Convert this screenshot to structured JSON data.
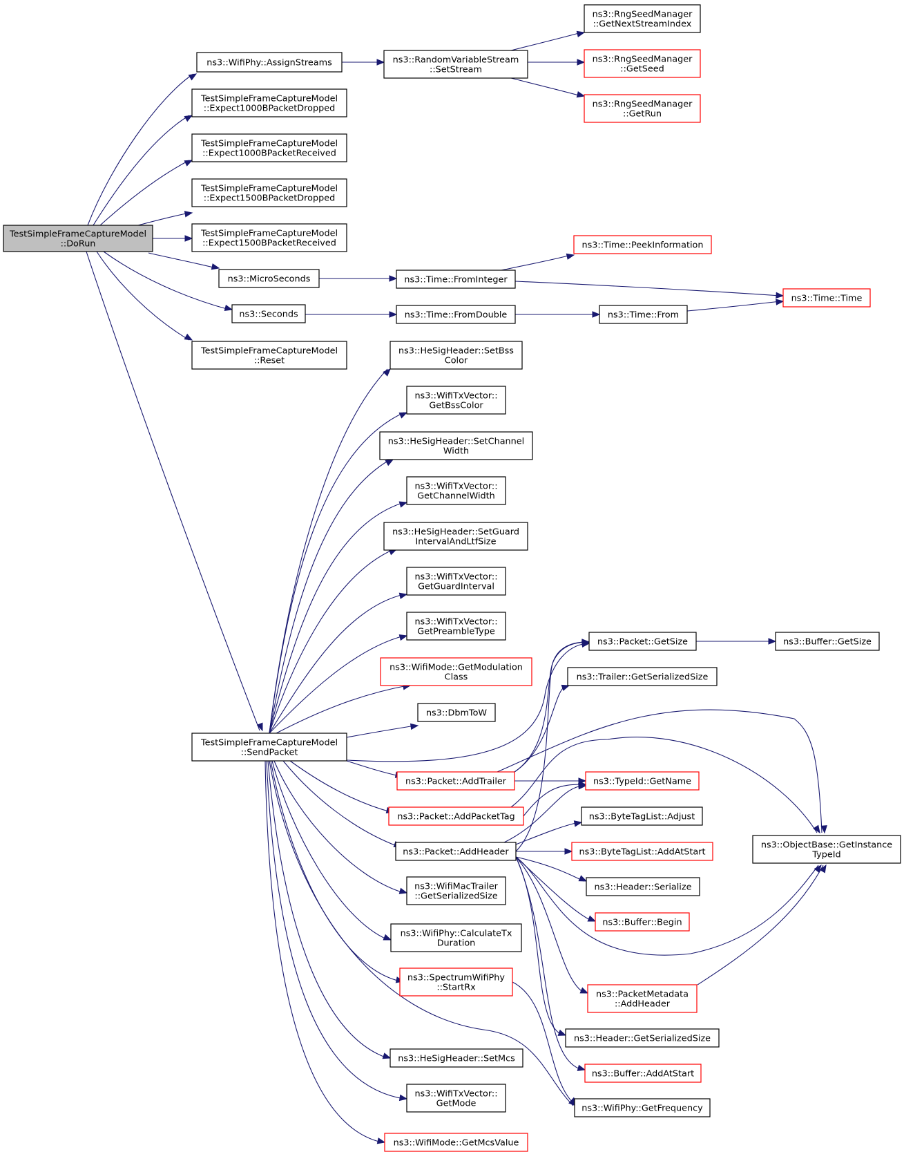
{
  "diagram": {
    "kind": "call-graph",
    "colors": {
      "edge": "#191970",
      "root_fill": "#bfbfbf",
      "partial_border": "#ff0000",
      "border": "#000000"
    },
    "nodes": [
      {
        "id": "dorun",
        "lines": [
          "TestSimpleFrameCaptureModel",
          "::DoRun"
        ],
        "style": "grey"
      },
      {
        "id": "assign",
        "lines": [
          "ns3::WifiPhy::AssignStreams"
        ],
        "style": "black"
      },
      {
        "id": "e1000d",
        "lines": [
          "TestSimpleFrameCaptureModel",
          "::Expect1000BPacketDropped"
        ],
        "style": "black"
      },
      {
        "id": "e1000r",
        "lines": [
          "TestSimpleFrameCaptureModel",
          "::Expect1000BPacketReceived"
        ],
        "style": "black"
      },
      {
        "id": "e1500d",
        "lines": [
          "TestSimpleFrameCaptureModel",
          "::Expect1500BPacketDropped"
        ],
        "style": "black"
      },
      {
        "id": "e1500r",
        "lines": [
          "TestSimpleFrameCaptureModel",
          "::Expect1500BPacketReceived"
        ],
        "style": "black"
      },
      {
        "id": "micro",
        "lines": [
          "ns3::MicroSeconds"
        ],
        "style": "black"
      },
      {
        "id": "seconds",
        "lines": [
          "ns3::Seconds"
        ],
        "style": "black"
      },
      {
        "id": "reset",
        "lines": [
          "TestSimpleFrameCaptureModel",
          "::Reset"
        ],
        "style": "black"
      },
      {
        "id": "send",
        "lines": [
          "TestSimpleFrameCaptureModel",
          "::SendPacket"
        ],
        "style": "black"
      },
      {
        "id": "setstream",
        "lines": [
          "ns3::RandomVariableStream",
          "::SetStream"
        ],
        "style": "black"
      },
      {
        "id": "nextstream",
        "lines": [
          "ns3::RngSeedManager",
          "::GetNextStreamIndex"
        ],
        "style": "black"
      },
      {
        "id": "getseed",
        "lines": [
          "ns3::RngSeedManager",
          "::GetSeed"
        ],
        "style": "red"
      },
      {
        "id": "getrun",
        "lines": [
          "ns3::RngSeedManager",
          "::GetRun"
        ],
        "style": "red"
      },
      {
        "id": "peek",
        "lines": [
          "ns3::Time::PeekInformation"
        ],
        "style": "red"
      },
      {
        "id": "fromint",
        "lines": [
          "ns3::Time::FromInteger"
        ],
        "style": "black"
      },
      {
        "id": "time",
        "lines": [
          "ns3::Time::Time"
        ],
        "style": "red"
      },
      {
        "id": "fromdouble",
        "lines": [
          "ns3::Time::FromDouble"
        ],
        "style": "black"
      },
      {
        "id": "from",
        "lines": [
          "ns3::Time::From"
        ],
        "style": "black"
      },
      {
        "id": "setbss",
        "lines": [
          "ns3::HeSigHeader::SetBss",
          "Color"
        ],
        "style": "black"
      },
      {
        "id": "getbss",
        "lines": [
          "ns3::WifiTxVector::",
          "GetBssColor"
        ],
        "style": "black"
      },
      {
        "id": "setchw",
        "lines": [
          "ns3::HeSigHeader::SetChannel",
          "Width"
        ],
        "style": "black"
      },
      {
        "id": "getchw",
        "lines": [
          "ns3::WifiTxVector::",
          "GetChannelWidth"
        ],
        "style": "black"
      },
      {
        "id": "setgi",
        "lines": [
          "ns3::HeSigHeader::SetGuard",
          "IntervalAndLtfSize"
        ],
        "style": "black"
      },
      {
        "id": "getgi",
        "lines": [
          "ns3::WifiTxVector::",
          "GetGuardInterval"
        ],
        "style": "black"
      },
      {
        "id": "getpre",
        "lines": [
          "ns3::WifiTxVector::",
          "GetPreambleType"
        ],
        "style": "black"
      },
      {
        "id": "getmodc",
        "lines": [
          "ns3::WifiMode::GetModulation",
          "Class"
        ],
        "style": "red"
      },
      {
        "id": "dbm",
        "lines": [
          "ns3::DbmToW"
        ],
        "style": "black"
      },
      {
        "id": "pgetsize",
        "lines": [
          "ns3::Packet::GetSize"
        ],
        "style": "black"
      },
      {
        "id": "bgetsize",
        "lines": [
          "ns3::Buffer::GetSize"
        ],
        "style": "black"
      },
      {
        "id": "trailer",
        "lines": [
          "ns3::Trailer::GetSerializedSize"
        ],
        "style": "black"
      },
      {
        "id": "addtrailer",
        "lines": [
          "ns3::Packet::AddTrailer"
        ],
        "style": "red"
      },
      {
        "id": "typeid",
        "lines": [
          "ns3::TypeId::GetName"
        ],
        "style": "red"
      },
      {
        "id": "addtag",
        "lines": [
          "ns3::Packet::AddPacketTag"
        ],
        "style": "red"
      },
      {
        "id": "adjust",
        "lines": [
          "ns3::ByteTagList::Adjust"
        ],
        "style": "black"
      },
      {
        "id": "objbase",
        "lines": [
          "ns3::ObjectBase::GetInstance",
          "TypeId"
        ],
        "style": "black"
      },
      {
        "id": "addheader",
        "lines": [
          "ns3::Packet::AddHeader"
        ],
        "style": "black"
      },
      {
        "id": "addatstart",
        "lines": [
          "ns3::ByteTagList::AddAtStart"
        ],
        "style": "red"
      },
      {
        "id": "serialize",
        "lines": [
          "ns3::Header::Serialize"
        ],
        "style": "black"
      },
      {
        "id": "begin",
        "lines": [
          "ns3::Buffer::Begin"
        ],
        "style": "red"
      },
      {
        "id": "mactrailer",
        "lines": [
          "ns3::WifiMacTrailer",
          "::GetSerializedSize"
        ],
        "style": "black"
      },
      {
        "id": "calctx",
        "lines": [
          "ns3::WifiPhy::CalculateTx",
          "Duration"
        ],
        "style": "black"
      },
      {
        "id": "startrx",
        "lines": [
          "ns3::SpectrumWifiPhy",
          "::StartRx"
        ],
        "style": "red"
      },
      {
        "id": "pmeta",
        "lines": [
          "ns3::PacketMetadata",
          "::AddHeader"
        ],
        "style": "red"
      },
      {
        "id": "hgetser",
        "lines": [
          "ns3::Header::GetSerializedSize"
        ],
        "style": "black"
      },
      {
        "id": "setmcs",
        "lines": [
          "ns3::HeSigHeader::SetMcs"
        ],
        "style": "black"
      },
      {
        "id": "baddstart",
        "lines": [
          "ns3::Buffer::AddAtStart"
        ],
        "style": "red"
      },
      {
        "id": "getmode",
        "lines": [
          "ns3::WifiTxVector::",
          "GetMode"
        ],
        "style": "black"
      },
      {
        "id": "getfreq",
        "lines": [
          "ns3::WifiPhy::GetFrequency"
        ],
        "style": "black"
      },
      {
        "id": "getmcsv",
        "lines": [
          "ns3::WifiMode::GetMcsValue"
        ],
        "style": "red"
      }
    ],
    "edges": [
      [
        "dorun",
        "assign"
      ],
      [
        "dorun",
        "e1000d"
      ],
      [
        "dorun",
        "e1000r"
      ],
      [
        "dorun",
        "e1500d"
      ],
      [
        "dorun",
        "e1500r"
      ],
      [
        "dorun",
        "micro"
      ],
      [
        "dorun",
        "seconds"
      ],
      [
        "dorun",
        "reset"
      ],
      [
        "dorun",
        "send"
      ],
      [
        "assign",
        "setstream"
      ],
      [
        "setstream",
        "nextstream"
      ],
      [
        "setstream",
        "getseed"
      ],
      [
        "setstream",
        "getrun"
      ],
      [
        "micro",
        "fromint"
      ],
      [
        "fromint",
        "peek"
      ],
      [
        "fromint",
        "time"
      ],
      [
        "seconds",
        "fromdouble"
      ],
      [
        "fromdouble",
        "from"
      ],
      [
        "from",
        "time"
      ],
      [
        "send",
        "setbss"
      ],
      [
        "send",
        "getbss"
      ],
      [
        "send",
        "setchw"
      ],
      [
        "send",
        "getchw"
      ],
      [
        "send",
        "setgi"
      ],
      [
        "send",
        "getgi"
      ],
      [
        "send",
        "getpre"
      ],
      [
        "send",
        "getmodc"
      ],
      [
        "send",
        "dbm"
      ],
      [
        "send",
        "pgetsize"
      ],
      [
        "send",
        "addtrailer"
      ],
      [
        "send",
        "addtag"
      ],
      [
        "send",
        "addheader"
      ],
      [
        "send",
        "mactrailer"
      ],
      [
        "send",
        "calctx"
      ],
      [
        "send",
        "startrx"
      ],
      [
        "send",
        "setmcs"
      ],
      [
        "send",
        "getmode"
      ],
      [
        "send",
        "getmcsv"
      ],
      [
        "send",
        "getfreq"
      ],
      [
        "pgetsize",
        "bgetsize"
      ],
      [
        "addtrailer",
        "pgetsize"
      ],
      [
        "addtrailer",
        "trailer"
      ],
      [
        "addtrailer",
        "typeid"
      ],
      [
        "addtrailer",
        "objbase"
      ],
      [
        "addtag",
        "typeid"
      ],
      [
        "addtag",
        "objbase"
      ],
      [
        "addheader",
        "pgetsize"
      ],
      [
        "addheader",
        "typeid"
      ],
      [
        "addheader",
        "adjust"
      ],
      [
        "addheader",
        "addatstart"
      ],
      [
        "addheader",
        "serialize"
      ],
      [
        "addheader",
        "begin"
      ],
      [
        "addheader",
        "objbase"
      ],
      [
        "addheader",
        "pmeta"
      ],
      [
        "addheader",
        "hgetser"
      ],
      [
        "addheader",
        "baddstart"
      ],
      [
        "pmeta",
        "objbase"
      ],
      [
        "startrx",
        "getfreq"
      ]
    ]
  }
}
